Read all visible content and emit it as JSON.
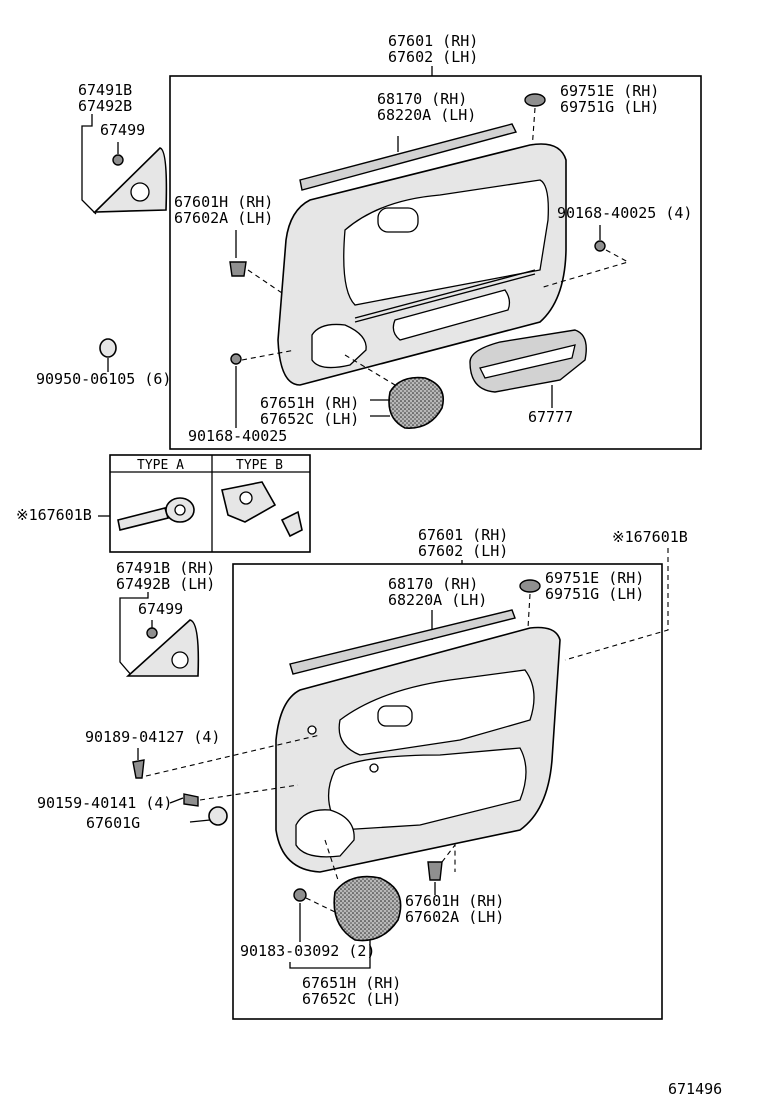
{
  "diagram_id": "671496",
  "top_assembly": {
    "header": [
      "67601 (RH)",
      "67602 (LH)"
    ],
    "belt_moulding": [
      "68170 (RH)",
      "68220A (LH)"
    ],
    "switch_base": [
      "69751E (RH)",
      "69751G (LH)"
    ],
    "screw": "90168-40025 (4)",
    "clip": [
      "67601H (RH)",
      "67602A (LH)"
    ],
    "speaker_grille": [
      "67651H (RH)",
      "67652C (LH)"
    ],
    "screw_bottom": "90168-40025",
    "pocket": "67777"
  },
  "mirror_cover_top": {
    "part": [
      "67491B",
      "67492B"
    ],
    "clip": "67499"
  },
  "hole_plug": "90950-06105 (6)",
  "type_table": {
    "callout": "※167601B",
    "headers": [
      "TYPE A",
      "TYPE B"
    ]
  },
  "mirror_cover_bottom": {
    "part": [
      "67491B (RH)",
      "67492B (LH)"
    ],
    "clip": "67499"
  },
  "bottom_assembly": {
    "header": [
      "67601 (RH)",
      "67602 (LH)"
    ],
    "callout": "※167601B",
    "belt_moulding": [
      "68170 (RH)",
      "68220A (LH)"
    ],
    "switch_base": [
      "69751E (RH)",
      "69751G (LH)"
    ],
    "screw1": "90189-04127 (4)",
    "screw2": "90159-40141 (4)",
    "cap": "67601G",
    "clip": [
      "67601H (RH)",
      "67602A (LH)"
    ],
    "nut": "90183-03092 (2)",
    "speaker_grille": [
      "67651H (RH)",
      "67652C (LH)"
    ]
  }
}
